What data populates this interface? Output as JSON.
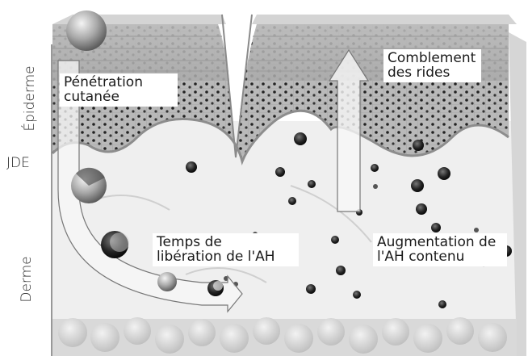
{
  "side_labels": {
    "epidermis": "Épiderme",
    "dej": "JDE",
    "dermis": "Derme"
  },
  "callouts": {
    "penetration": "Pénétration\ncutanée",
    "filling": "Comblement\ndes rides",
    "release": "Temps de\nlibération de l'AH",
    "increase": "Augmentation de\nl'AH contenu"
  },
  "colors": {
    "skin_surface": "#bdbdbd",
    "epidermis": "#c8c8c8",
    "dermis": "#eeeeee",
    "sphere": "#9a9a9a",
    "dots": "#1a1a1a"
  }
}
